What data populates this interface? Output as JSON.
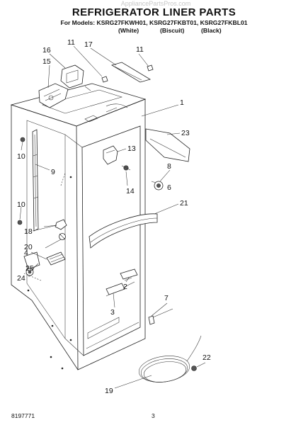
{
  "watermark": "AppliancePartsPros.com",
  "header": {
    "title": "REFRIGERATOR LINER PARTS",
    "models": "For Models: KSRG27FKWH01, KSRG27FKBT01, KSRG27FKBL01",
    "finishes": [
      "(White)",
      "(Biscuit)",
      "(Black)"
    ]
  },
  "callouts": [
    "16",
    "15",
    "11",
    "17",
    "11",
    "1",
    "23",
    "13",
    "14",
    "8",
    "6",
    "21",
    "10",
    "9",
    "10",
    "18",
    "20",
    "4",
    "25",
    "24",
    "7",
    "3",
    "2",
    "22",
    "19"
  ],
  "footer": {
    "doc_number": "8197771",
    "page_number": "3"
  }
}
